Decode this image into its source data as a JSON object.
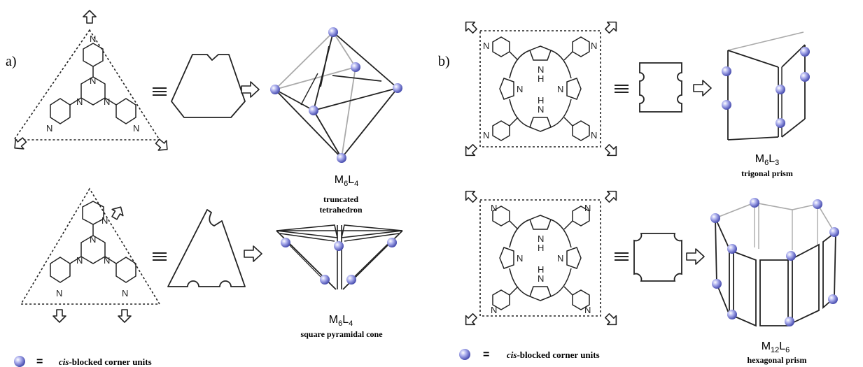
{
  "panels": {
    "a": {
      "letter": "a)"
    },
    "b": {
      "letter": "b)"
    }
  },
  "labels": {
    "a_top_formula": "M6L4",
    "a_top_shape": "truncated tetrahedron",
    "a_bottom_formula": "M6L4",
    "a_bottom_shape": "square pyramidal cone",
    "b_top_formula": "M6L3",
    "b_top_shape": "trigonal prism",
    "b_bottom_formula": "M12L6",
    "b_bottom_shape": "hexagonal prism"
  },
  "legend": {
    "equals": "=",
    "text_italic": "cis",
    "text_rest": "-blocked corner units"
  },
  "atoms": {
    "N": "N",
    "H": "H"
  },
  "symbols": {
    "equivalent": "≡"
  },
  "colors": {
    "sphere": "#7a80d8",
    "line": "#222222",
    "grey_line": "#aaaaaa"
  }
}
